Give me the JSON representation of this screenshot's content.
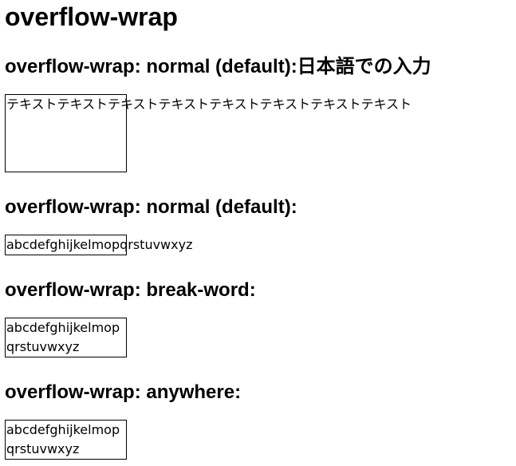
{
  "page": {
    "title": "overflow-wrap"
  },
  "colors": {
    "text": "#000000",
    "border": "#000000",
    "background": "#ffffff"
  },
  "sections": [
    {
      "heading": "overflow-wrap: normal (default):日本語での入力",
      "wrap_mode": "normal",
      "box_text": "テキストテキストテキストテキストテキストテキストテキストテキスト"
    },
    {
      "heading": "overflow-wrap: normal (default):",
      "wrap_mode": "normal",
      "box_text": "abcdefghijkelmopqrstuvwxyz"
    },
    {
      "heading": "overflow-wrap: break-word:",
      "wrap_mode": "break-word",
      "box_text": "abcdefghijkelmopqrstuvwxyz"
    },
    {
      "heading": "overflow-wrap: anywhere:",
      "wrap_mode": "anywhere",
      "box_text": "abcdefghijkelmopqrstuvwxyz"
    }
  ]
}
